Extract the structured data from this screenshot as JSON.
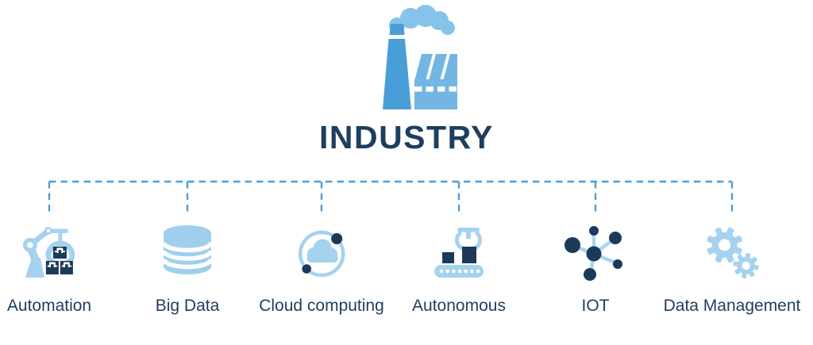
{
  "header": {
    "title": "INDUSTRY",
    "icon": "factory-icon"
  },
  "branches": [
    {
      "label": "Automation",
      "icon": "robot-arm-icon"
    },
    {
      "label": "Big Data",
      "icon": "database-icon"
    },
    {
      "label": "Cloud computing",
      "icon": "cloud-computing-icon"
    },
    {
      "label": "Autonomous",
      "icon": "conveyor-robot-icon"
    },
    {
      "label": "IOT",
      "icon": "network-nodes-icon"
    },
    {
      "label": "Data Management",
      "icon": "gears-icon"
    }
  ],
  "colors": {
    "dashed_line_blue": "#4d9fdb",
    "icon_light_blue": "#a5d2ef",
    "chimney_medium_blue": "#4a9ed8",
    "building_sky_blue": "#73b6e3",
    "smoke_blue": "#86c3ea",
    "text_navy": "#1e3e5f",
    "icon_dark_navy": "#1c3a58",
    "background": "#ffffff"
  }
}
